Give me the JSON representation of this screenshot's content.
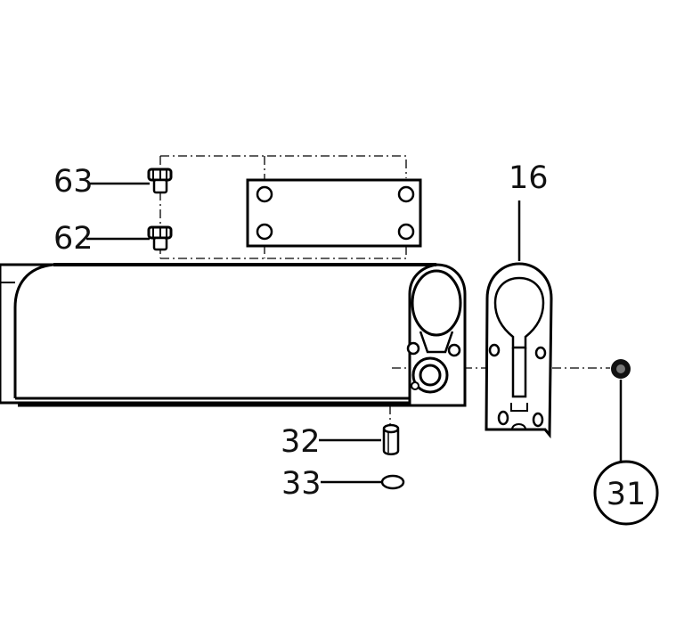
{
  "callouts": {
    "c63": "63",
    "c62": "62",
    "c16": "16",
    "c32": "32",
    "c33": "33",
    "c31": "31"
  },
  "highlighted_callout": "31",
  "line_color": "#000000",
  "background_color": "#ffffff"
}
